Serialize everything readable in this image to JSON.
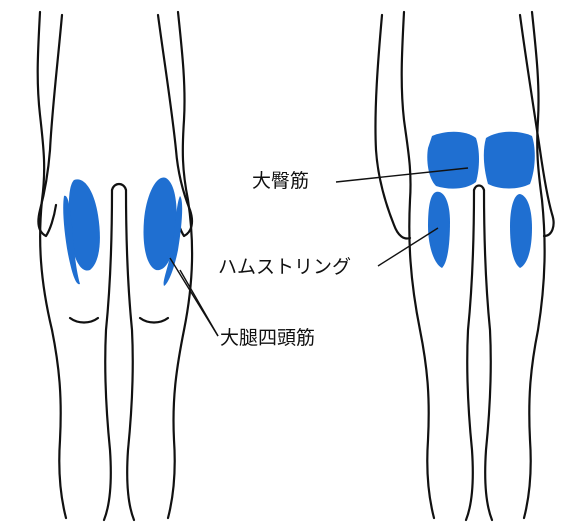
{
  "labels": {
    "gluteus": "大臀筋",
    "hamstring": "ハムストリング",
    "quadriceps": "大腿四頭筋"
  },
  "colors": {
    "muscle_fill": "#1f6fd1",
    "outline": "#111111",
    "background": "#ffffff"
  }
}
